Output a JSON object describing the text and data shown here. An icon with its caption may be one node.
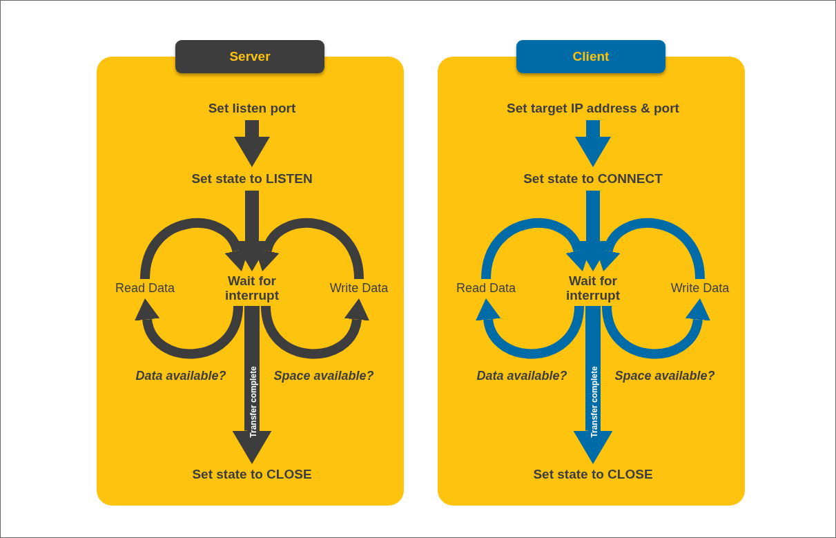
{
  "diagram": {
    "nodes": [
      {
        "text": [
          "Server"
        ]
      },
      {
        "text": [
          "Set listen port"
        ],
        "in": 0
      },
      {
        "text": [
          "Set state to LISTEN"
        ],
        "in": 0
      },
      {
        "text": [
          "Wait for interrupt"
        ],
        "in": 0
      },
      {
        "text": [
          "Read Data"
        ],
        "in": 0
      },
      {
        "text": [
          "Write Data"
        ],
        "in": 0
      },
      {
        "text": [
          "Set state to CLOSE"
        ],
        "in": 0
      },
      {
        "text": [
          "Client"
        ]
      },
      {
        "text": [
          "Set target IP address & port"
        ],
        "in": 7
      },
      {
        "text": [
          "Set state to CONNECT"
        ],
        "in": 7
      },
      {
        "text": [
          "Wait for interrupt"
        ],
        "in": 7
      },
      {
        "text": [
          "Read Data"
        ],
        "in": 7
      },
      {
        "text": [
          "Write Data"
        ],
        "in": 7
      },
      {
        "text": [
          "Set state to CLOSE"
        ],
        "in": 7
      }
    ],
    "edges": [
      {
        "from": 1,
        "to": 2,
        "arrow": "to",
        "color": "#3d3d3d"
      },
      {
        "from": 2,
        "to": 3,
        "arrow": "to",
        "color": "#3d3d3d"
      },
      {
        "from": 4,
        "to": 3,
        "arrow": "to",
        "color": "#3d3d3d"
      },
      {
        "from": 5,
        "to": 3,
        "arrow": "to",
        "color": "#3d3d3d"
      },
      {
        "from": 3,
        "to": 4,
        "arrow": "to",
        "label": "Data available?",
        "color": "#3d3d3d"
      },
      {
        "from": 3,
        "to": 5,
        "arrow": "to",
        "label": "Space available?",
        "color": "#3d3d3d"
      },
      {
        "from": 3,
        "to": 6,
        "arrow": "to",
        "label": "Transfer complete",
        "color": "#3d3d3d"
      },
      {
        "from": 8,
        "to": 9,
        "arrow": "to",
        "color": "#006ca7"
      },
      {
        "from": 9,
        "to": 10,
        "arrow": "to",
        "color": "#006ca7"
      },
      {
        "from": 11,
        "to": 10,
        "arrow": "to",
        "color": "#006ca7"
      },
      {
        "from": 12,
        "to": 10,
        "arrow": "to",
        "color": "#006ca7"
      },
      {
        "from": 10,
        "to": 11,
        "arrow": "to",
        "label": "Data available?",
        "color": "#006ca7"
      },
      {
        "from": 10,
        "to": 12,
        "arrow": "to",
        "label": "Space available?",
        "color": "#006ca7"
      },
      {
        "from": 10,
        "to": 13,
        "arrow": "to",
        "label": "Transfer complete",
        "color": "#006ca7"
      }
    ]
  }
}
